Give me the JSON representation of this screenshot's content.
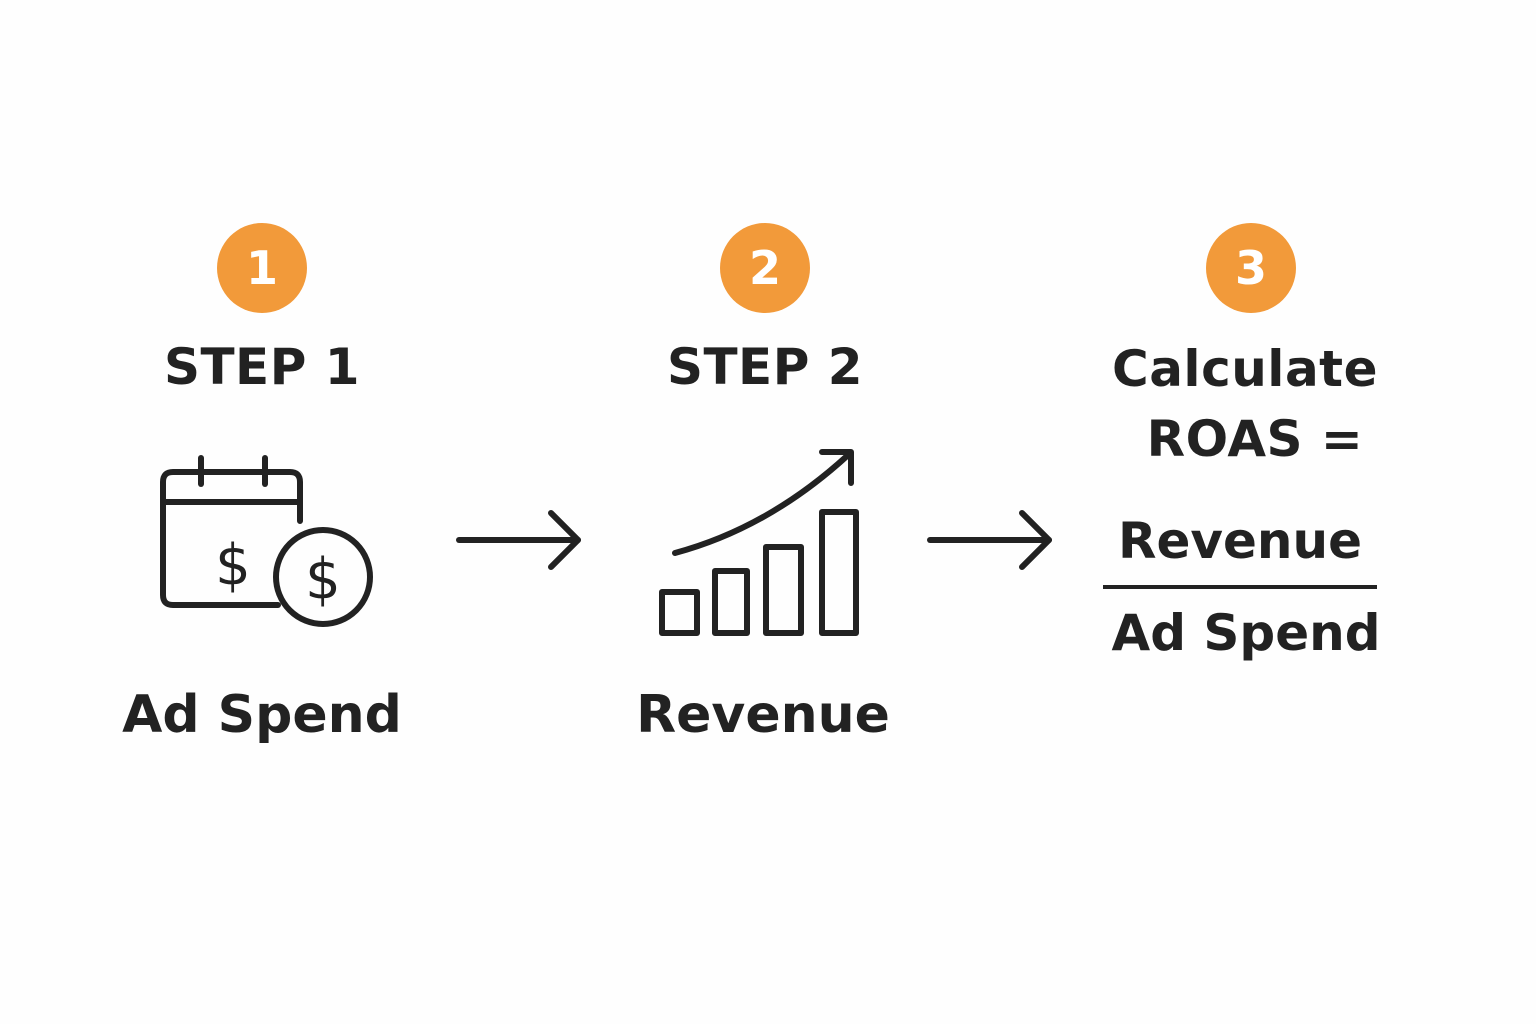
{
  "steps": [
    {
      "number": "1",
      "title": "STEP 1",
      "label": "Ad Spend",
      "icon": "calendar-dollar-icon"
    },
    {
      "number": "2",
      "title": "STEP 2",
      "label": "Revenue",
      "icon": "growth-bar-chart-icon"
    },
    {
      "number": "3",
      "title_line1": "Calculate",
      "title_line2": "ROAS =",
      "numerator": "Revenue",
      "denominator": "Ad Spend"
    }
  ],
  "colors": {
    "accent": "#f29a3a",
    "text": "#222222",
    "background": "#fefefe"
  }
}
